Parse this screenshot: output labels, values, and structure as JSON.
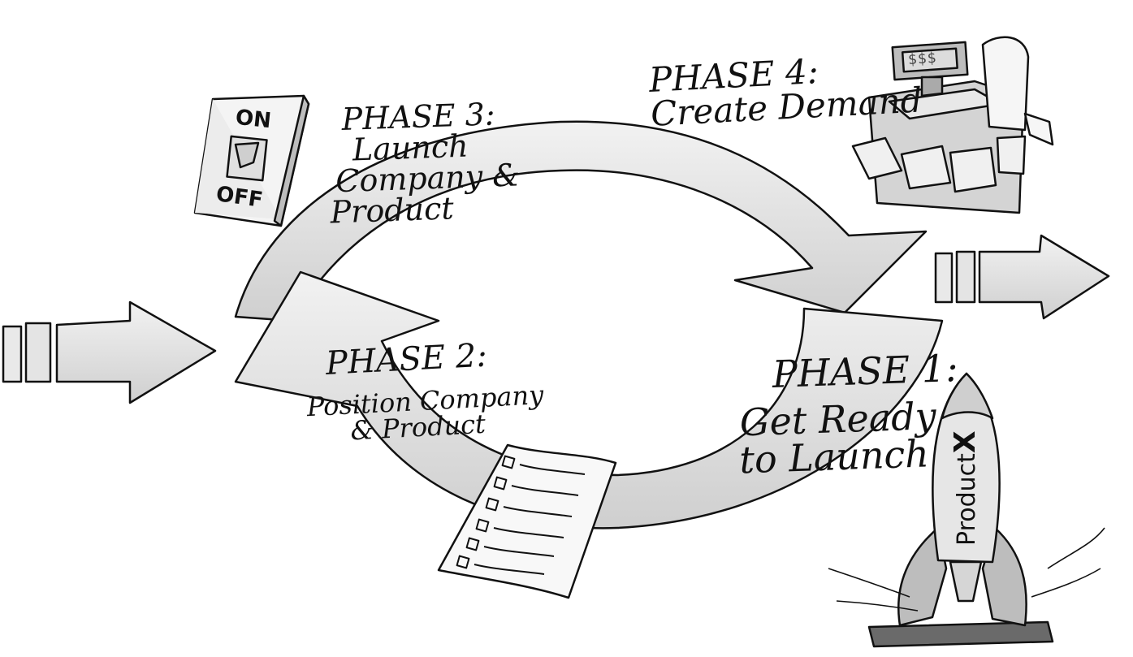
{
  "phases": [
    {
      "id": "phase-1",
      "heading": "PHASE 1:",
      "lines": [
        "Get Ready",
        "to Launch"
      ]
    },
    {
      "id": "phase-2",
      "heading": "PHASE 2:",
      "lines": [
        "Position Company",
        "& Product"
      ]
    },
    {
      "id": "phase-3",
      "heading": "PHASE 3:",
      "lines": [
        "Launch",
        "Company &",
        "Product"
      ]
    },
    {
      "id": "phase-4",
      "heading": "PHASE 4:",
      "lines": [
        "Create Demand"
      ]
    }
  ],
  "switch": {
    "on_label": "ON",
    "off_label": "OFF"
  },
  "rocket": {
    "label_main": "Product",
    "label_accent": "X"
  },
  "register": {
    "display": "$$$"
  },
  "icons": [
    "switch-icon",
    "cash-register-icon",
    "rocket-icon",
    "checklist-icon",
    "entry-arrow-icon",
    "exit-arrow-icon"
  ],
  "colors": {
    "arrow_fill": "#dedede",
    "ink": "#111111",
    "paper": "#ffffff"
  }
}
